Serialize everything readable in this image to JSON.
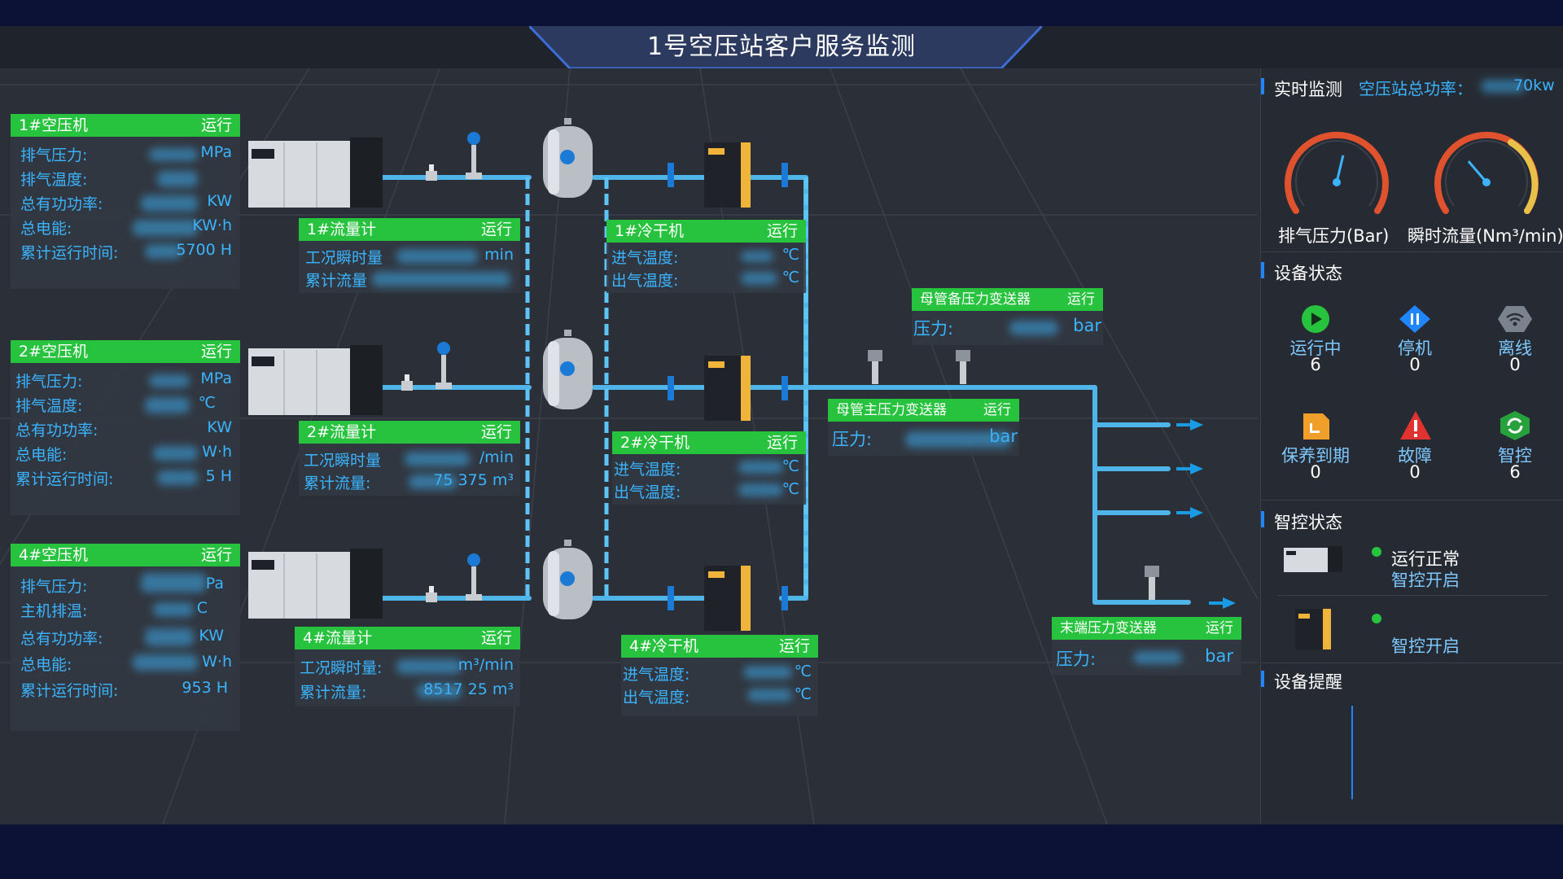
{
  "page": {
    "title": "1号空压站客户服务监测"
  },
  "compressors": [
    {
      "name": "1#空压机",
      "status": "运行",
      "rows": [
        {
          "label": "排气压力:",
          "unit": "MPa"
        },
        {
          "label": "排气温度:",
          "unit": ""
        },
        {
          "label": "总有功功率:",
          "unit": "KW"
        },
        {
          "label": "总电能:",
          "unit": "KW·h"
        },
        {
          "label": "累计运行时间:",
          "unit": "5700 H"
        }
      ]
    },
    {
      "name": "2#空压机",
      "status": "运行",
      "rows": [
        {
          "label": "排气压力:",
          "unit": "MPa"
        },
        {
          "label": "排气温度:",
          "unit": "℃"
        },
        {
          "label": "总有功功率:",
          "unit": "KW"
        },
        {
          "label": "总电能:",
          "unit": "W·h"
        },
        {
          "label": "累计运行时间:",
          "unit": "5 H"
        }
      ]
    },
    {
      "name": "4#空压机",
      "status": "运行",
      "rows": [
        {
          "label": "排气压力:",
          "unit": "Pa"
        },
        {
          "label": "主机排温:",
          "unit": "C"
        },
        {
          "label": "总有功功率:",
          "unit": "KW"
        },
        {
          "label": "总电能:",
          "unit": "W·h"
        },
        {
          "label": "累计运行时间:",
          "unit": "953 H"
        }
      ]
    }
  ],
  "flowmeters": [
    {
      "name": "1#流量计",
      "status": "运行",
      "rows": [
        {
          "label": "工况瞬时量",
          "unit": "min"
        },
        {
          "label": "累计流量",
          "unit": ""
        }
      ]
    },
    {
      "name": "2#流量计",
      "status": "运行",
      "rows": [
        {
          "label": "工况瞬时量",
          "unit": "/min"
        },
        {
          "label": "累计流量:",
          "unit": "75      375 m³"
        }
      ]
    },
    {
      "name": "4#流量计",
      "status": "运行",
      "rows": [
        {
          "label": "工况瞬时量:",
          "unit": "m³/min"
        },
        {
          "label": "累计流量:",
          "unit": "8517      25 m³"
        }
      ]
    }
  ],
  "dryers": [
    {
      "name": "1#冷干机",
      "status": "运行",
      "rows": [
        {
          "label": "进气温度:",
          "unit": "℃"
        },
        {
          "label": "出气温度:",
          "unit": "℃"
        }
      ]
    },
    {
      "name": "2#冷干机",
      "status": "运行",
      "rows": [
        {
          "label": "进气温度:",
          "unit": "℃"
        },
        {
          "label": "出气温度:",
          "unit": "℃"
        }
      ]
    },
    {
      "name": "4#冷干机",
      "status": "运行",
      "rows": [
        {
          "label": "进气温度:",
          "unit": "℃"
        },
        {
          "label": "出气温度:",
          "unit": "℃"
        }
      ]
    }
  ],
  "transmitters": [
    {
      "name": "母管备压力变送器",
      "status": "运行",
      "label": "压力:",
      "unit": "bar"
    },
    {
      "name": "母管主压力变送器",
      "status": "运行",
      "label": "压力:",
      "unit": "bar"
    },
    {
      "name": "末端压力变送器",
      "status": "运行",
      "label": "压力:",
      "unit": "bar"
    }
  ],
  "panel": {
    "realtime_title": "实时监测",
    "total_power_label": "空压站总功率：",
    "total_power_unit": "70kw",
    "gauges": [
      {
        "label": "排气压力(Bar)",
        "level": 0.55
      },
      {
        "label": "瞬时流量(Nm³/min)",
        "level": 0.35
      }
    ],
    "status_title": "设备状态",
    "statuses": [
      {
        "label": "运行中",
        "count": "6",
        "icon": "play-icon",
        "color": "#27c23e"
      },
      {
        "label": "停机",
        "count": "0",
        "icon": "pause-icon",
        "color": "#1f86ff"
      },
      {
        "label": "离线",
        "count": "0",
        "icon": "wifi-offline-icon",
        "color": "#7a828e"
      },
      {
        "label": "保养到期",
        "count": "0",
        "icon": "document-icon",
        "color": "#f0a02a"
      },
      {
        "label": "故障",
        "count": "0",
        "icon": "warning-icon",
        "color": "#e0322e"
      },
      {
        "label": "智控",
        "count": "6",
        "icon": "smart-control-icon",
        "color": "#27a13b"
      }
    ],
    "smart_title": "智控状态",
    "smart_items": [
      {
        "line1": "运行正常",
        "line2": "智控开启",
        "dot": "#27c23e"
      },
      {
        "line1": "",
        "line2": "智控开启",
        "dot": "#27c23e"
      }
    ],
    "reminder_title": "设备提醒"
  },
  "colors": {
    "accent": "#27c23e",
    "text_blue": "#3bb4ff",
    "pipe": "#4fb5e8",
    "panel_blue": "#1f86ff"
  }
}
